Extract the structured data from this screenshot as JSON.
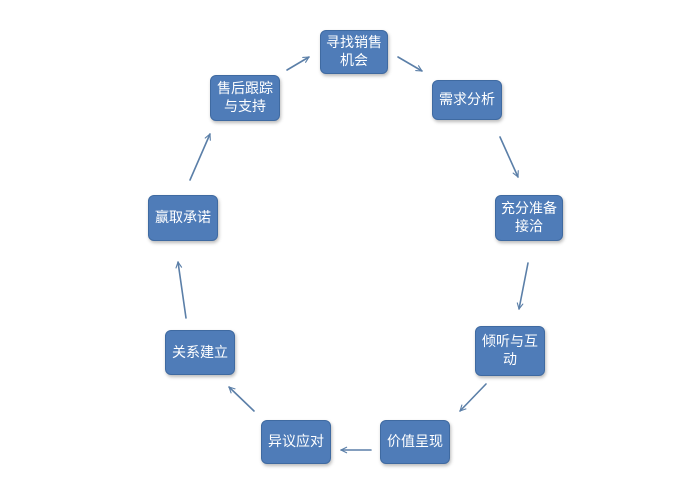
{
  "diagram": {
    "nodes": {
      "find_opportunity": "寻找销售机会",
      "needs_analysis": "需求分析",
      "prepare_contact": "充分准备接洽",
      "listen_interact": "倾听与互动",
      "value_present": "价值呈现",
      "objection_handling": "异议应对",
      "build_relationship": "关系建立",
      "win_commitment": "赢取承诺",
      "after_sales": "售后跟踪与支持"
    },
    "colors": {
      "node_fill": "#4f7cb8",
      "arrow": "#5b7fa8"
    }
  }
}
